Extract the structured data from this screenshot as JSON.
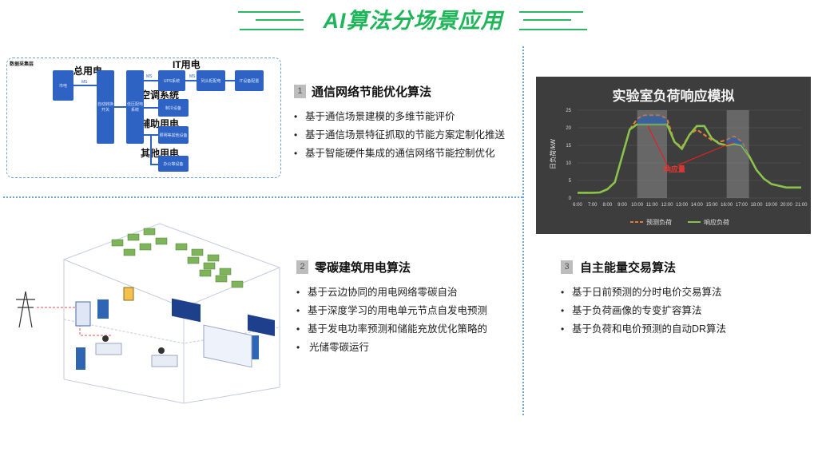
{
  "page_title": "AI算法分场景应用",
  "sections": [
    {
      "num": "1",
      "title": "通信网络节能优化算法",
      "bullets": [
        "基于通信场景建模的多维节能评价",
        "基于通信场景特征抓取的节能方案定制化推送",
        "基于智能硬件集成的通信网络节能控制优化"
      ]
    },
    {
      "num": "2",
      "title": "零碳建筑用电算法",
      "bullets": [
        "基于云边协同的用电网络零碳自治",
        "基于深度学习的用电单元节点自发电预测",
        "基于发电功率预测和储能充放优化策略的",
        "光储零碳运行"
      ]
    },
    {
      "num": "3",
      "title": "自主能量交易算法",
      "bullets": [
        "基于日前预测的分时电价交易算法",
        "基于负荷画像的专变扩容算法",
        "基于负荷和电价预测的自动DR算法"
      ]
    }
  ],
  "diagram": {
    "corner_label": "数据采集层",
    "labels": {
      "total": "总用电",
      "it": "IT用电",
      "ac": "空调系统",
      "aux": "辅助用电",
      "other": "其他用电"
    },
    "blocks": {
      "mains": "市电",
      "ats": "自动转换开关",
      "lv": "低压配电系统",
      "ups": "UPS系统",
      "pdu": "列头柜配电",
      "it_dev": "IT设备配置",
      "cool": "制冷设备",
      "light": "照明等其他设备",
      "office": "办公等设备"
    },
    "meter": "MS"
  },
  "chart_data": {
    "type": "line",
    "title": "实验室负荷响应模拟",
    "ylabel": "日负荷/kW",
    "xlabel": "",
    "ylim": [
      0,
      25
    ],
    "yticks": [
      0,
      5,
      10,
      15,
      20,
      25
    ],
    "x": [
      "6:00",
      "6:30",
      "7:00",
      "7:30",
      "8:00",
      "8:30",
      "9:00",
      "9:30",
      "10:00",
      "10:30",
      "11:00",
      "11:30",
      "12:00",
      "12:30",
      "13:00",
      "13:30",
      "14:00",
      "14:30",
      "15:00",
      "15:30",
      "16:00",
      "16:30",
      "17:00",
      "17:30",
      "18:00",
      "18:30",
      "19:00",
      "19:30",
      "20:00",
      "20:30",
      "21:00"
    ],
    "xticks": [
      "6:00",
      "7:00",
      "8:00",
      "9:00",
      "10:00",
      "11:00",
      "12:00",
      "13:00",
      "14:00",
      "15:00",
      "16:00",
      "17:00",
      "18:00",
      "19:00",
      "20:00",
      "21:00"
    ],
    "series": [
      {
        "name": "预测负荷",
        "color": "#e07b39",
        "dashed": true,
        "values": [
          1.5,
          1.5,
          1.5,
          1.6,
          2.5,
          4.5,
          12,
          19.5,
          22.5,
          23.5,
          23.5,
          23.5,
          22.5,
          16,
          14.5,
          18,
          19.5,
          18,
          16.5,
          16,
          16.5,
          17.5,
          16,
          12,
          8,
          5.5,
          4,
          3.5,
          3,
          3,
          3
        ]
      },
      {
        "name": "响应负荷",
        "color": "#8bc34a",
        "dashed": false,
        "values": [
          1.5,
          1.5,
          1.5,
          1.6,
          2.5,
          4.5,
          12,
          19.5,
          21,
          21,
          21,
          21,
          21,
          16,
          14,
          18,
          20.5,
          20.5,
          17,
          15.5,
          15,
          15.5,
          15,
          12,
          8,
          5.5,
          4,
          3.5,
          3,
          3,
          3
        ]
      }
    ],
    "shaded_ranges": [
      [
        "10:00",
        "12:00"
      ],
      [
        "16:00",
        "17:30"
      ]
    ],
    "annotation": "响应量",
    "legend_position": "bottom"
  }
}
